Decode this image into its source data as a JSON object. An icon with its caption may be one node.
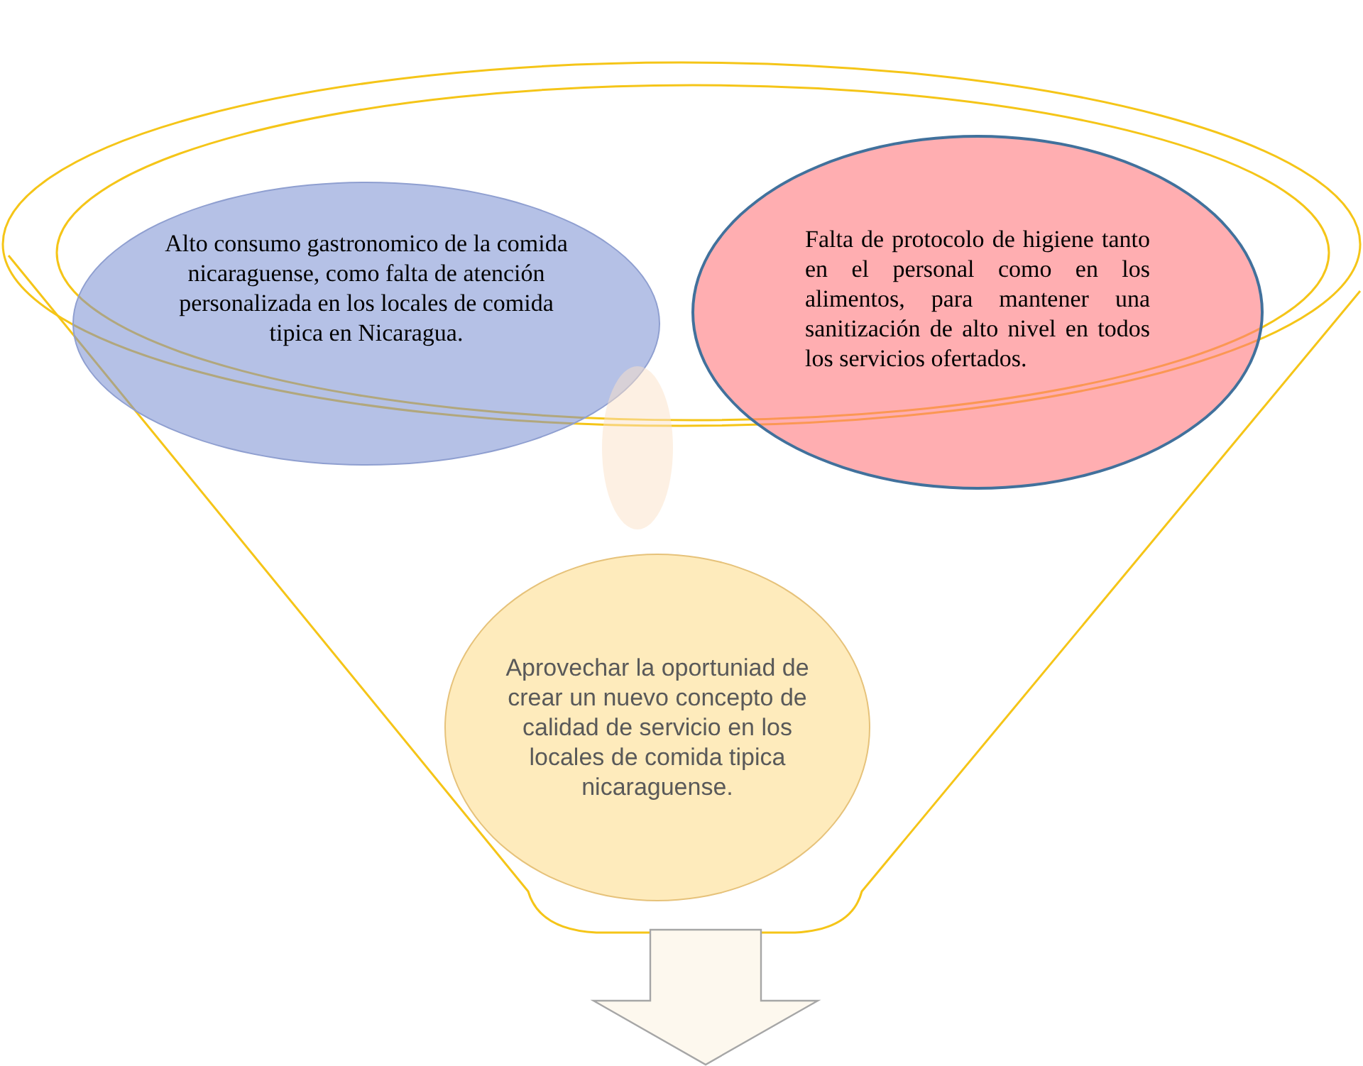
{
  "diagram": {
    "nodes": [
      {
        "text": [
          "Alto consumo gastronomico de la comida nicaraguense, como falta de atención personalizada en los locales de comida tipica en Nicaragua."
        ]
      },
      {
        "text": [
          "Falta de protocolo de higiene tanto en el personal como en los alimentos, para mantener una sanitización de alto nivel en todos los servicios ofertados."
        ]
      },
      {
        "text": [],
        "shape": "circle"
      },
      {
        "text": [
          "Aprovechar la oportuniad de crear un nuevo concepto de calidad de servicio en los locales de comida tipica nicaraguense."
        ]
      }
    ],
    "edges": []
  }
}
